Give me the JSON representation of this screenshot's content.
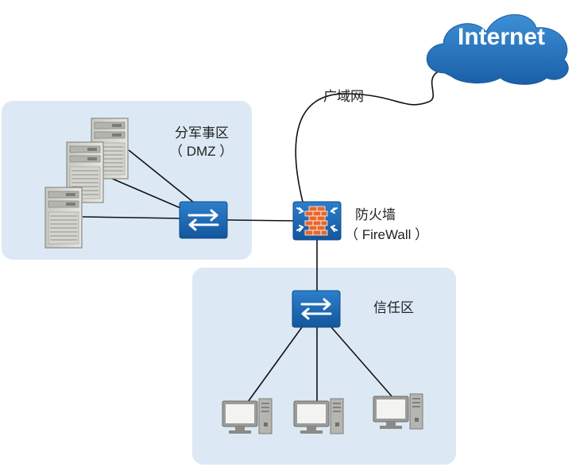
{
  "cloud": {
    "label": "Internet",
    "icon": "cloud-icon",
    "color": "#1f6fb8"
  },
  "wan_label": "广域网",
  "dmz": {
    "title": "分军事区",
    "subtitle": "（ DMZ ）"
  },
  "firewall": {
    "title": "防火墙",
    "subtitle": "（ FireWall ）"
  },
  "trust": {
    "title": "信任区"
  },
  "colors": {
    "zone_bg": "#dce9f5",
    "device_blue": "#1b67b3",
    "firewall_brick": "#e8672a",
    "line": "#111111"
  },
  "nodes": {
    "servers": [
      "server-icon",
      "server-icon",
      "server-icon"
    ],
    "switches": [
      "switch-icon",
      "switch-icon"
    ],
    "firewall": "firewall-icon",
    "computers": [
      "computer-icon",
      "computer-icon",
      "computer-icon"
    ]
  }
}
